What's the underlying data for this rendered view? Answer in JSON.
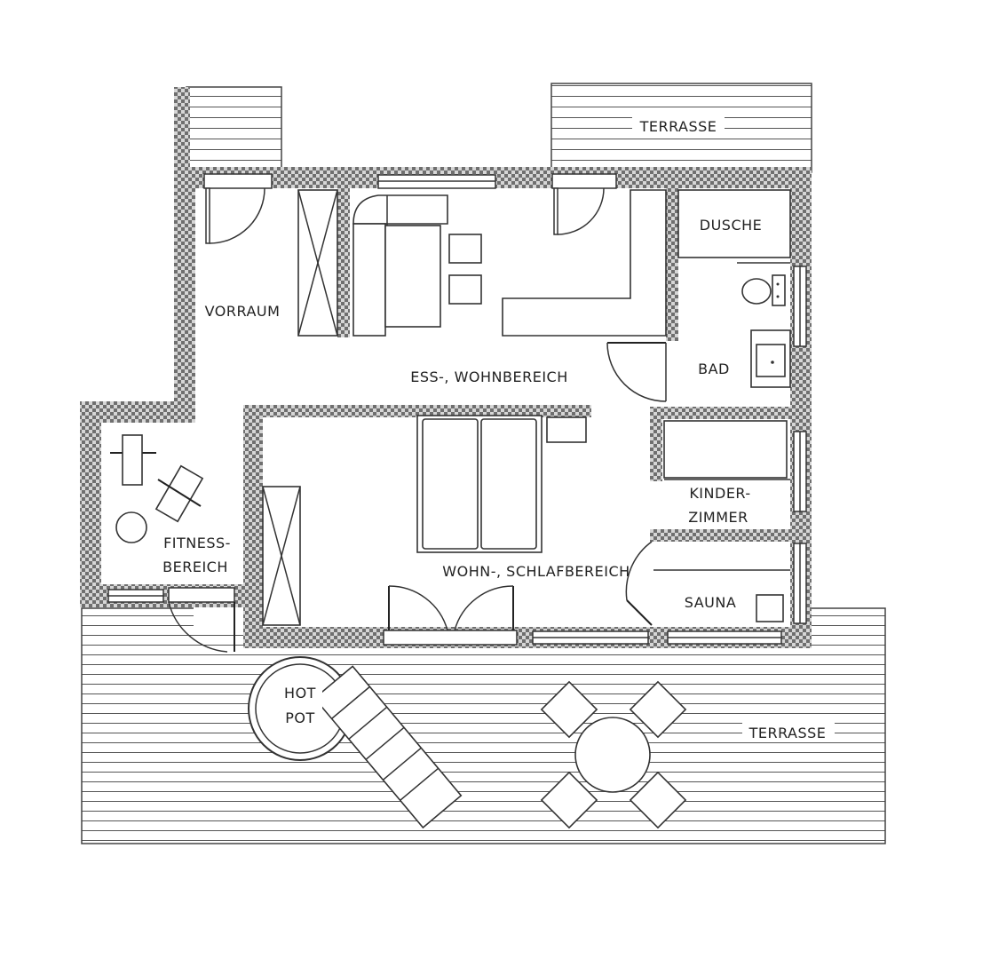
{
  "rooms": {
    "terrasse_top": "TERRASSE",
    "terrasse_bottom": "TERRASSE",
    "vorraum": "VORRAUM",
    "ess_wohnbereich": "ESS-, WOHNBEREICH",
    "dusche": "DUSCHE",
    "bad": "BAD",
    "kinderzimmer_line1": "KINDER-",
    "kinderzimmer_line2": "ZIMMER",
    "fitness_line1": "FITNESS-",
    "fitness_line2": "BEREICH",
    "wohn_schlafbereich": "WOHN-, SCHLAFBEREICH",
    "sauna": "SAUNA",
    "hotpot_line1": "HOT",
    "hotpot_line2": "POT"
  }
}
